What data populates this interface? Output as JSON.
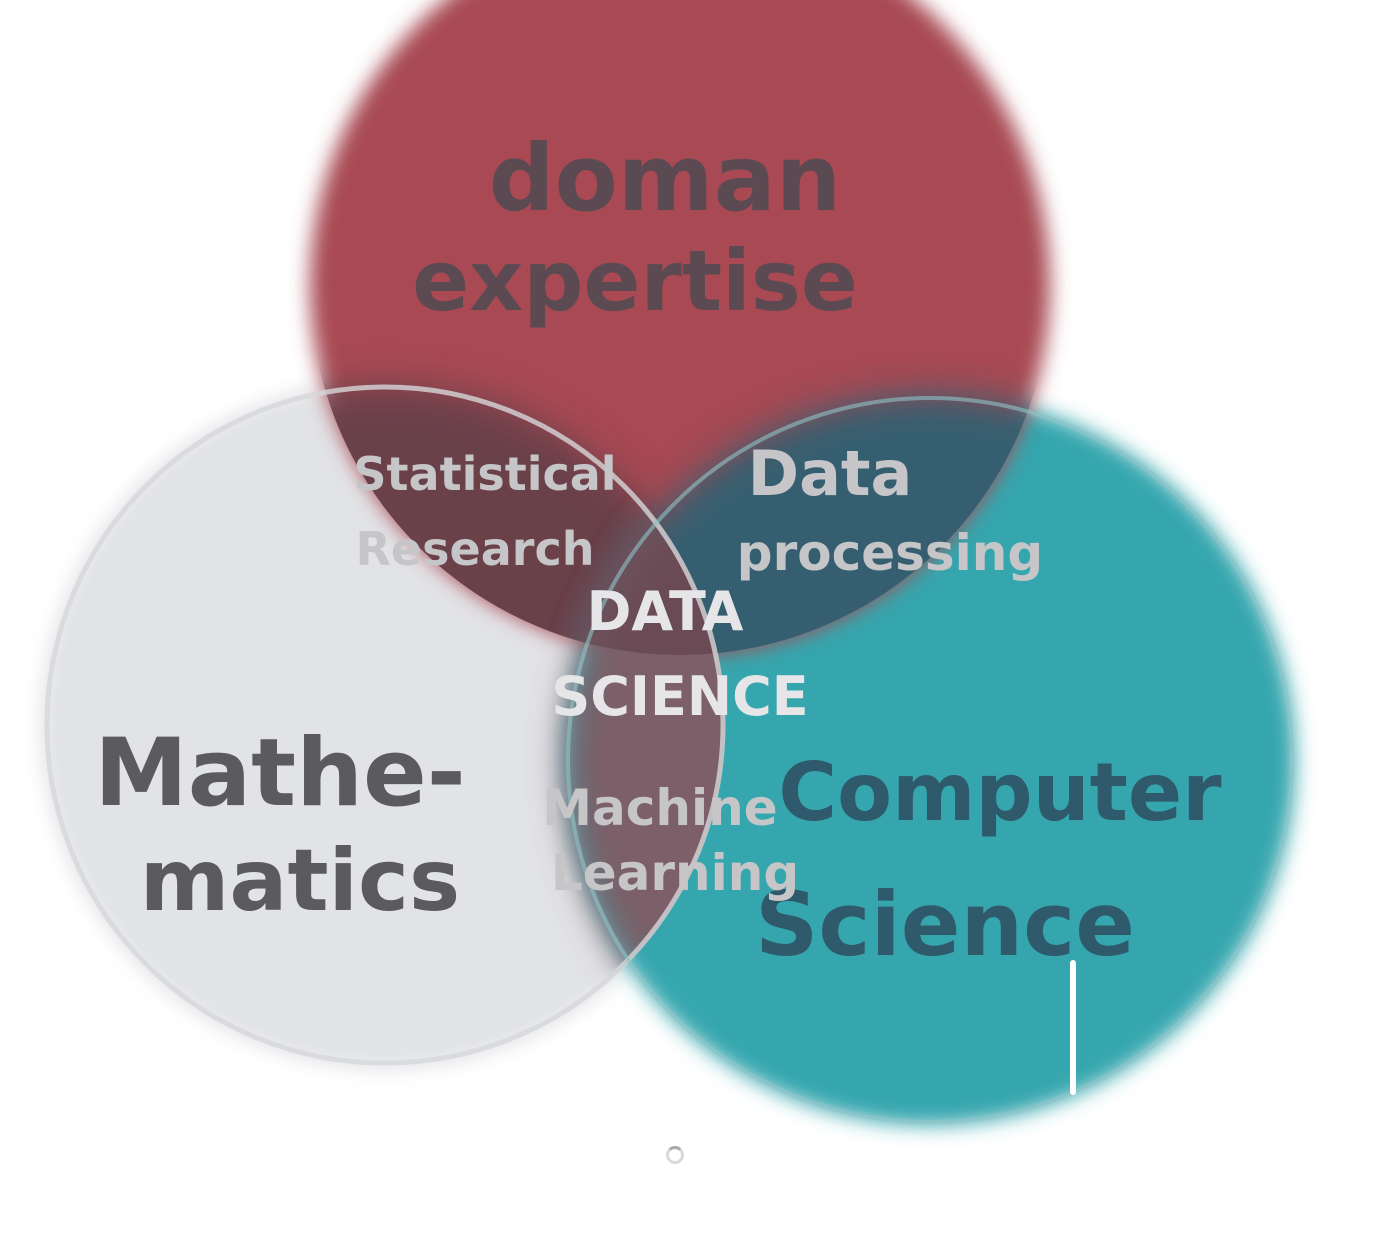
{
  "diagram": {
    "sets": [
      {
        "id": "domain",
        "label": [
          "doman",
          "expertise"
        ],
        "color": "#a84a53"
      },
      {
        "id": "math",
        "label": [
          "Mathe-",
          "matics"
        ],
        "color": "#e2e3e6"
      },
      {
        "id": "cs",
        "label": [
          "Computer",
          "Science"
        ],
        "color": "#36a6ae"
      }
    ],
    "intersections": [
      {
        "id": "domain-math",
        "label": [
          "Statistical",
          "Research"
        ],
        "color": "#6b3f48"
      },
      {
        "id": "domain-cs",
        "label": [
          "Data",
          "processing"
        ],
        "color": "#355f70"
      },
      {
        "id": "math-cs",
        "label": [
          "Machine",
          "Learning"
        ],
        "color": "#7c5f67"
      },
      {
        "id": "center",
        "label": [
          "DATA",
          "SCIENCE"
        ],
        "color": "#6b4b54"
      }
    ],
    "colors": {
      "set_label_dark": "#5b4a52",
      "cs_label": "#2f5a6b",
      "overlap_label": "#c6c6c8",
      "center_label": "#e6e6e8"
    }
  }
}
